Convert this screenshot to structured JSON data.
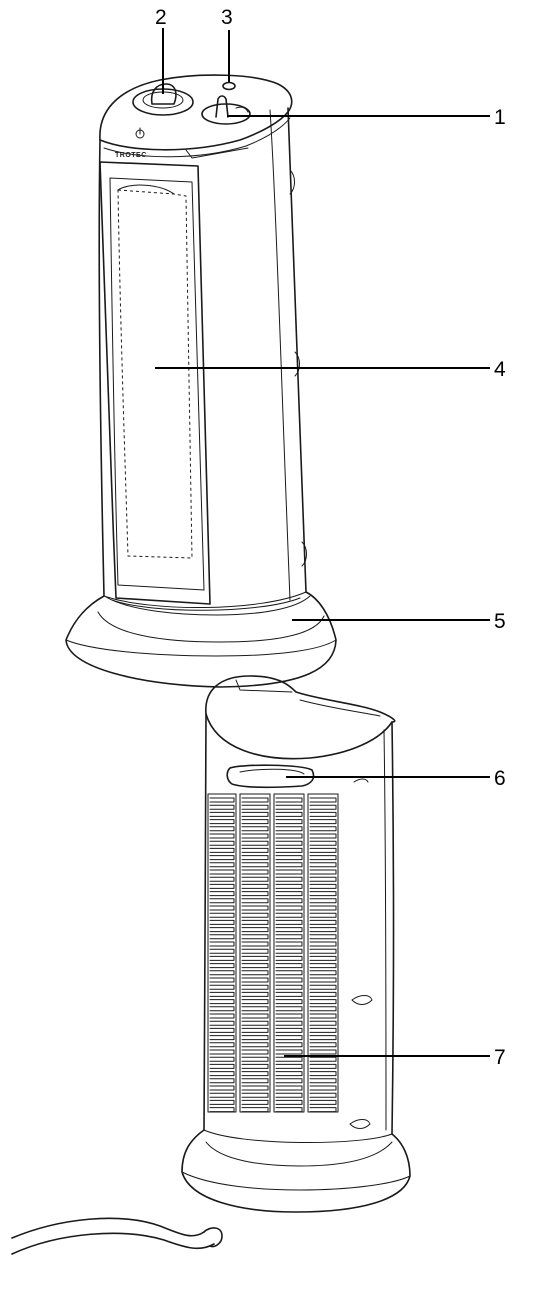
{
  "brand_text": "TROTEC",
  "callouts": [
    {
      "id": "1",
      "label": "1"
    },
    {
      "id": "2",
      "label": "2"
    },
    {
      "id": "3",
      "label": "3"
    },
    {
      "id": "4",
      "label": "4"
    },
    {
      "id": "5",
      "label": "5"
    },
    {
      "id": "6",
      "label": "6"
    },
    {
      "id": "7",
      "label": "7"
    }
  ]
}
